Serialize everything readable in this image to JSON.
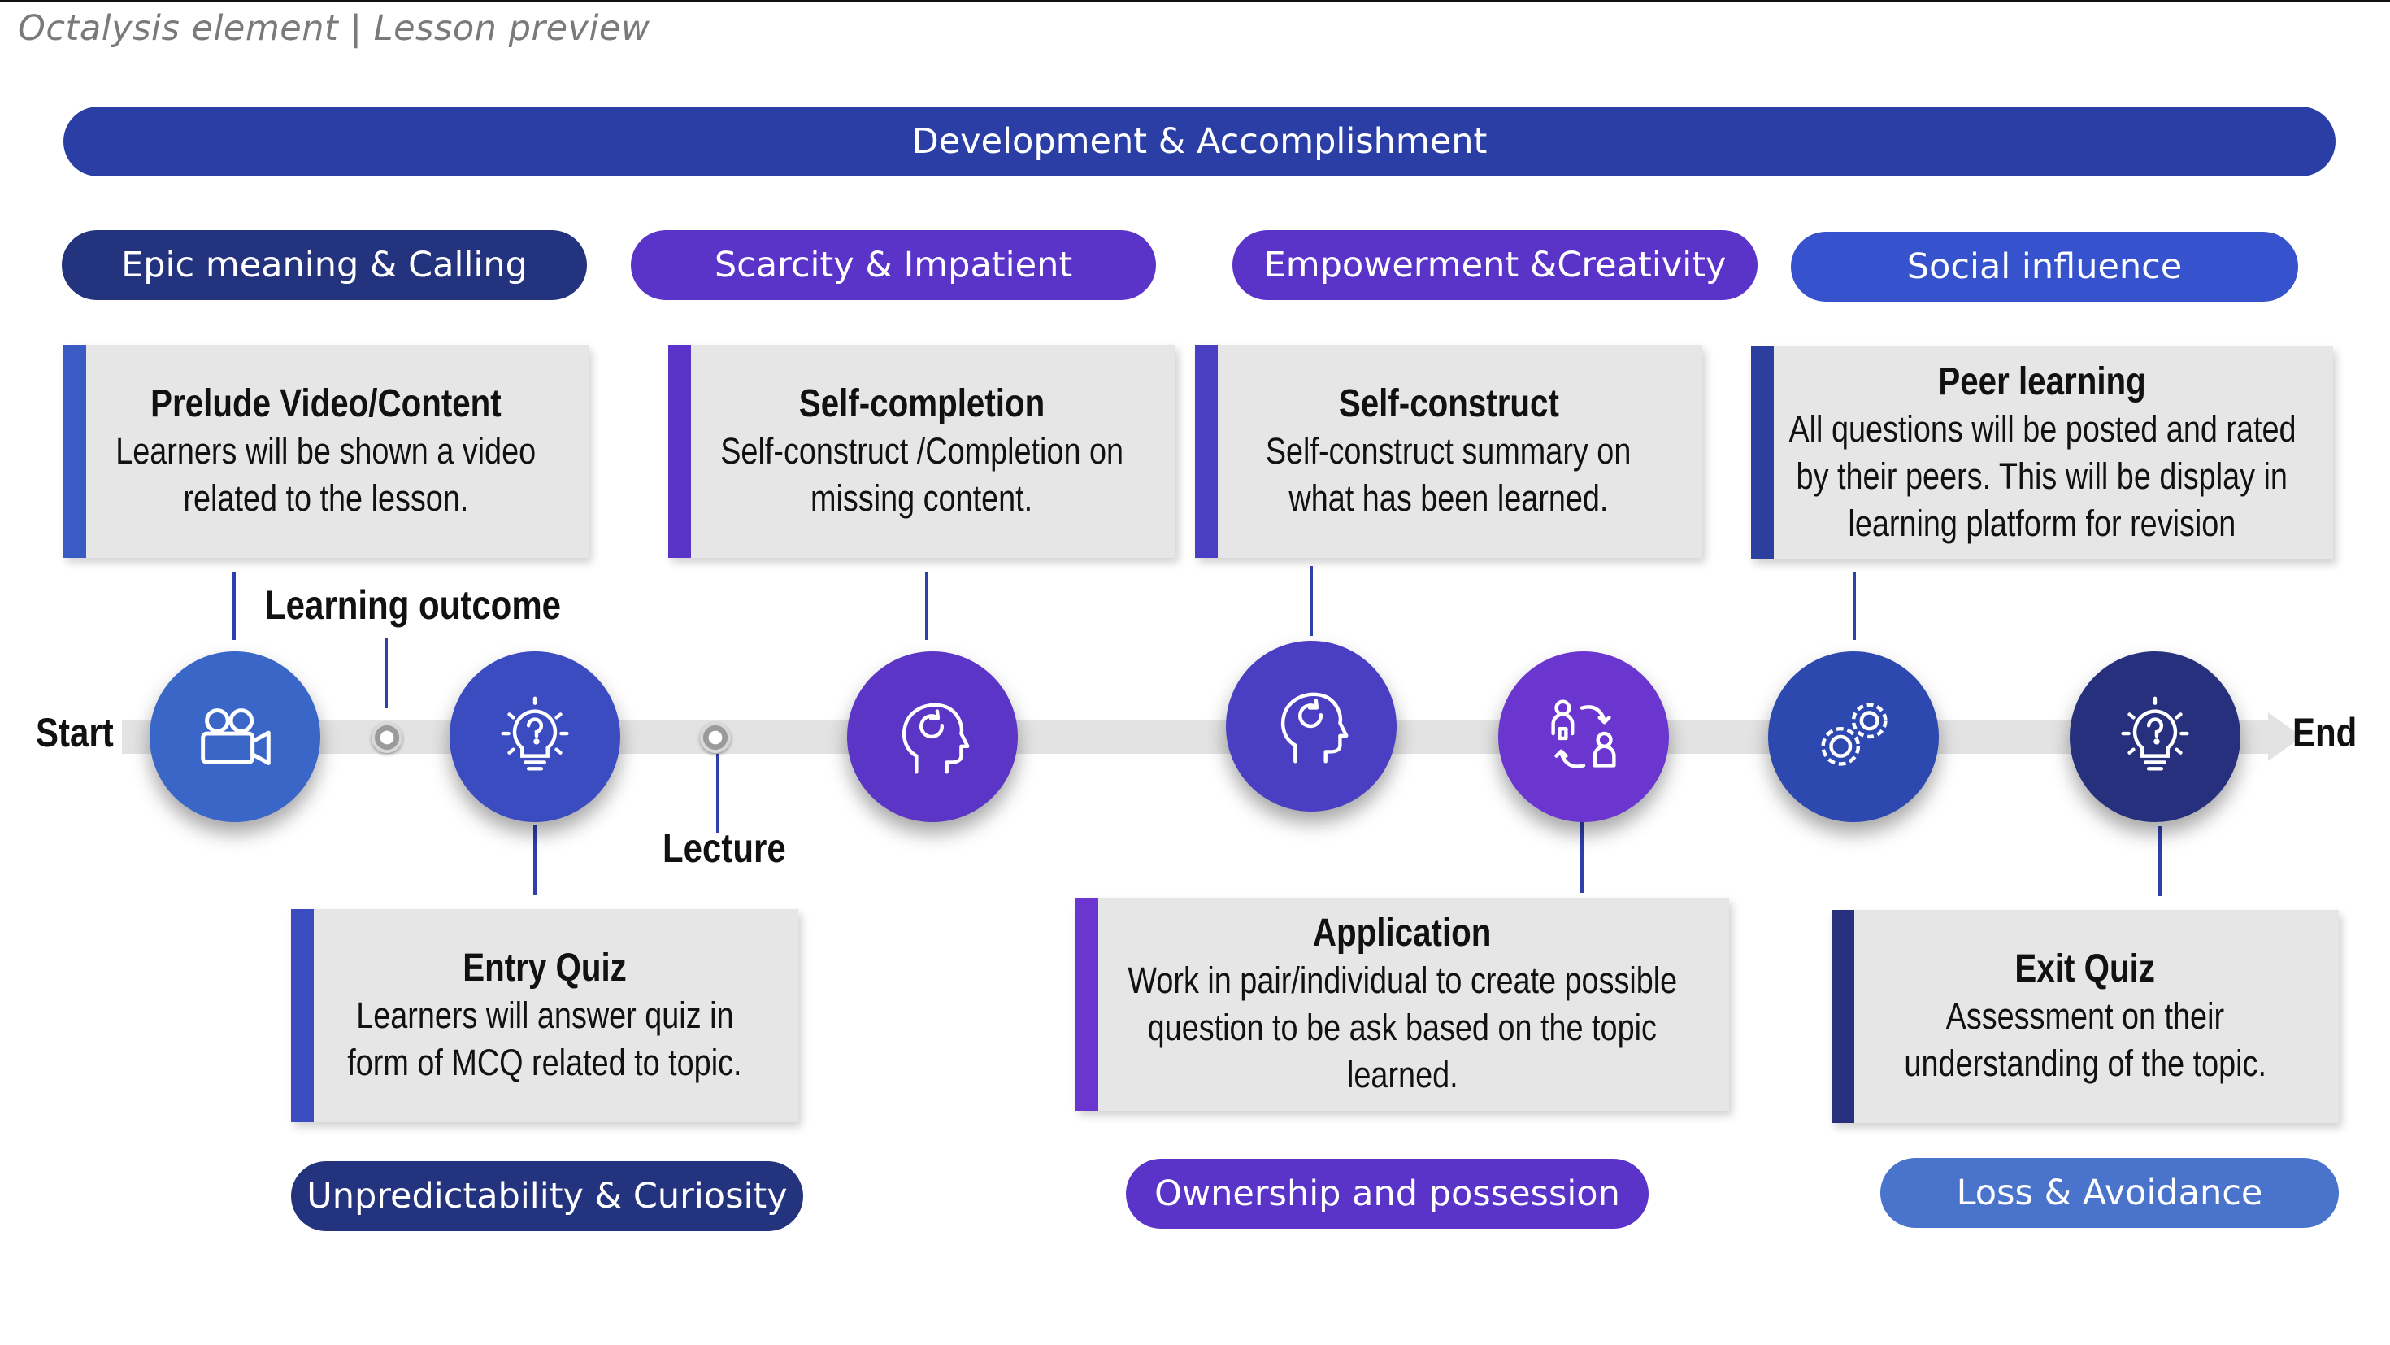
{
  "header": {
    "text": "Octalysis element  |  Lesson preview"
  },
  "top_banner": {
    "label": "Development & Accomplishment",
    "color": "#2a3ea5"
  },
  "drives_top": [
    {
      "label": "Epic meaning & Calling",
      "color": "#24337e"
    },
    {
      "label": "Scarcity & Impatient",
      "color": "#5a33c9"
    },
    {
      "label": "Empowerment &Creativity",
      "color": "#5a33c9"
    },
    {
      "label": "Social influence",
      "color": "#3652cc"
    }
  ],
  "drives_bottom": [
    {
      "label": "Unpredictability & Curiosity",
      "color": "#24337e"
    },
    {
      "label": "Ownership and possession",
      "color": "#5a33c9"
    },
    {
      "label": "Loss & Avoidance",
      "color": "#4a74cc"
    }
  ],
  "cards_top": [
    {
      "title": "Prelude Video/Content",
      "lines": [
        "Learners will be shown a video",
        "related to the lesson."
      ]
    },
    {
      "title": "Self-completion",
      "lines": [
        "Self-construct /Completion on",
        "missing content."
      ]
    },
    {
      "title": "Self-construct",
      "lines": [
        "Self-construct  summary on",
        "what has been learned."
      ]
    },
    {
      "title": "Peer learning",
      "lines": [
        "All questions will be posted and rated",
        "by their peers. This will be display in",
        "learning platform for revision"
      ]
    }
  ],
  "cards_bottom": [
    {
      "title": "Entry Quiz",
      "lines": [
        "Learners will answer quiz in",
        "form of MCQ related to topic."
      ]
    },
    {
      "title": "Application",
      "lines": [
        "Work in pair/individual to create possible",
        "question to be ask based on the topic",
        "learned."
      ]
    },
    {
      "title": "Exit Quiz",
      "lines": [
        "Assessment on their",
        "understanding of the topic."
      ]
    }
  ],
  "timeline": {
    "start": "Start",
    "end": "End",
    "milestones": [
      "Learning outcome",
      "Lecture"
    ]
  },
  "nodes": [
    {
      "icon": "video-camera-icon",
      "color": "#3a66c8"
    },
    {
      "icon": "lightbulb-icon",
      "color": "#3b4bc0"
    },
    {
      "icon": "head-refresh-icon",
      "color": "#5a35c6"
    },
    {
      "icon": "head-refresh-icon",
      "color": "#4a3ec2"
    },
    {
      "icon": "people-exchange-icon",
      "color": "#6a36cf"
    },
    {
      "icon": "gears-icon",
      "color": "#2d49b0"
    },
    {
      "icon": "lightbulb-icon",
      "color": "#26307c"
    }
  ]
}
